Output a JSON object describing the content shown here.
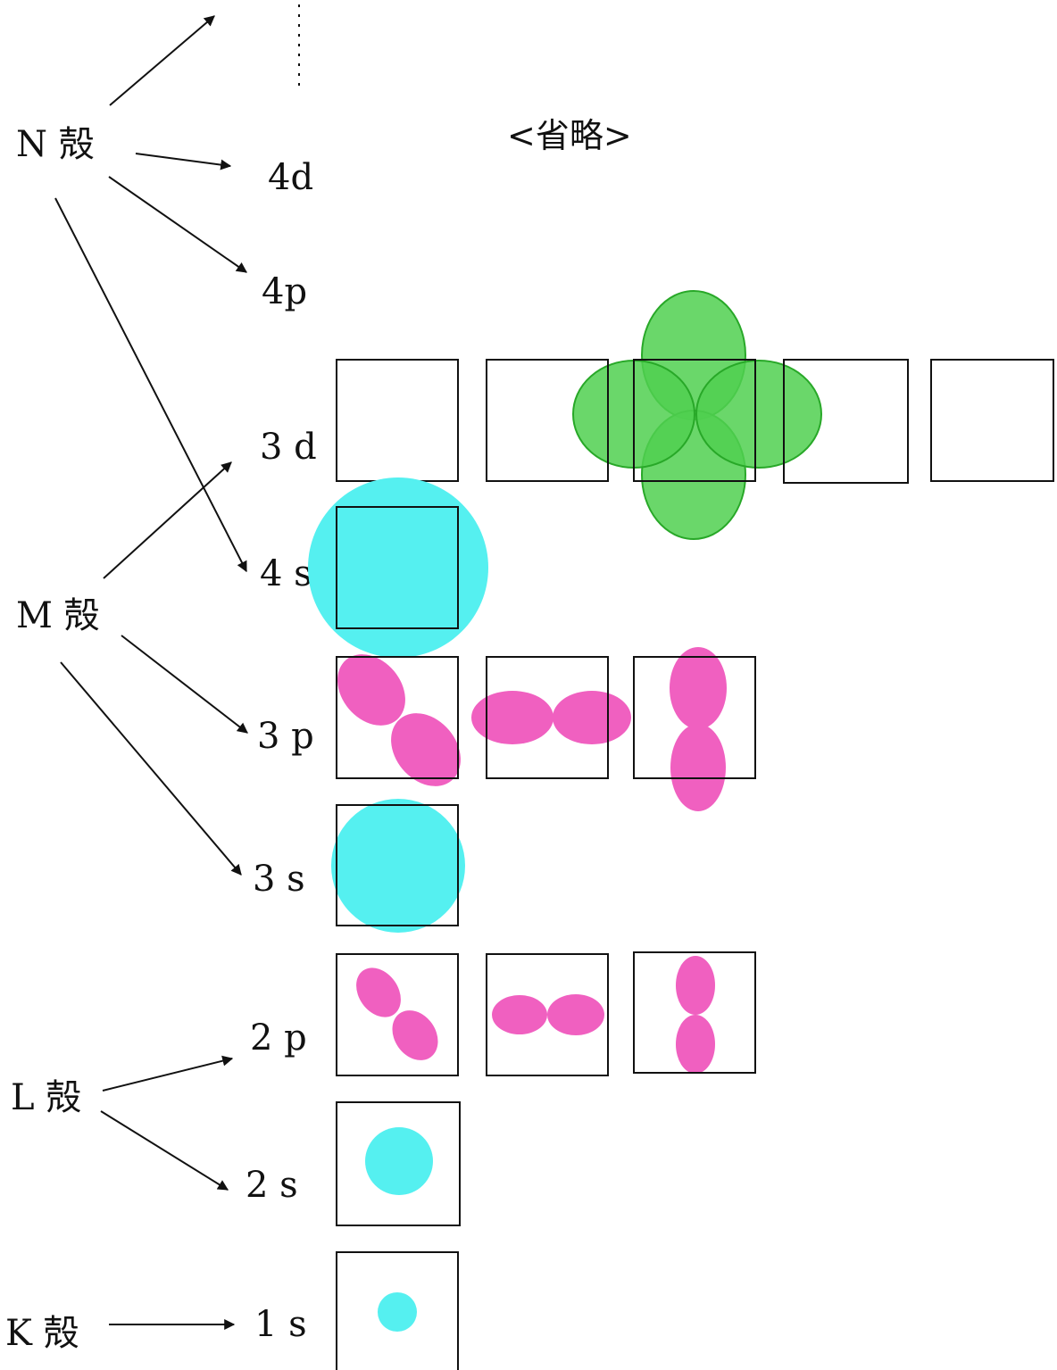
{
  "shells": {
    "N": "N 殻",
    "M": "M 殻",
    "L": "L 殻",
    "K": "K 殻"
  },
  "orbitals": {
    "o4d": "4d",
    "o4p": "4p",
    "o3d": "3 d",
    "o4s": "4 s",
    "o3p": "3 p",
    "o3s": "3 s",
    "o2p": "2 p",
    "o2s": "2 s",
    "o1s": "1 s"
  },
  "omitted_label": "<省略>",
  "colors": {
    "s_orbital": "#55f0f0",
    "p_orbital": "#f060c0",
    "d_orbital": "#50d050"
  }
}
